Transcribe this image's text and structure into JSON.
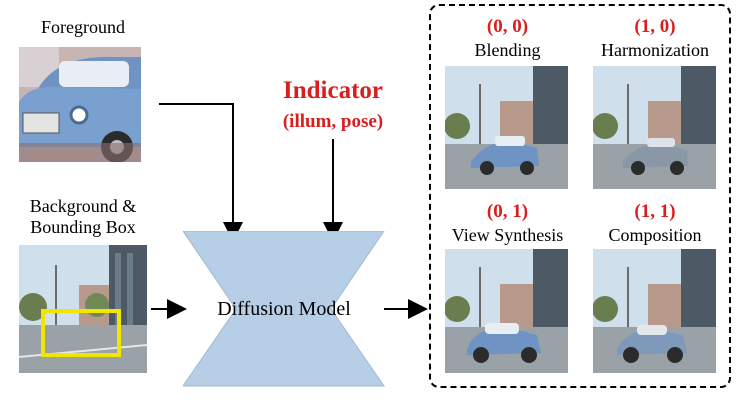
{
  "inputs": {
    "foreground_label": "Foreground",
    "background_label_line1": "Background &",
    "background_label_line2": "Bounding Box"
  },
  "indicator": {
    "title": "Indicator",
    "subtitle": "(illum, pose)"
  },
  "model": {
    "label": "Diffusion Model"
  },
  "outputs": [
    {
      "code": "(0, 0)",
      "task": "Blending"
    },
    {
      "code": "(1, 0)",
      "task": "Harmonization"
    },
    {
      "code": "(0, 1)",
      "task": "View Synthesis"
    },
    {
      "code": "(1, 1)",
      "task": "Composition"
    }
  ],
  "colors": {
    "indicator_red": "#d91e1e",
    "model_fill": "#b7cfe6",
    "bbox_yellow": "#f2e600",
    "car_blue": "#6f93c2",
    "sky": "#cfe0ec"
  }
}
